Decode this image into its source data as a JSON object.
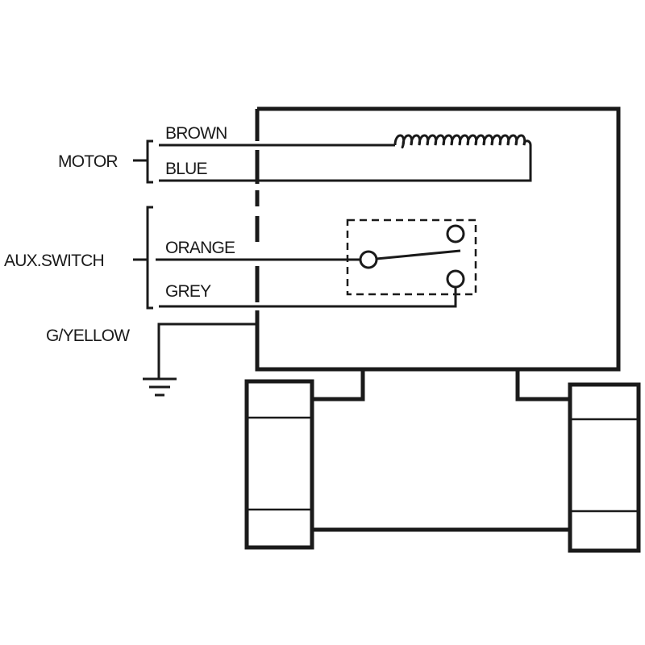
{
  "title": "Motorised valve wiring diagram",
  "labels": {
    "motor": "MOTOR",
    "aux_switch": "AUX.SWITCH",
    "brown": "BROWN",
    "blue": "BLUE",
    "orange": "ORANGE",
    "grey": "GREY",
    "earth": "G/YELLOW"
  },
  "colors": {
    "line": "#1a1a1a",
    "background": "#ffffff"
  }
}
